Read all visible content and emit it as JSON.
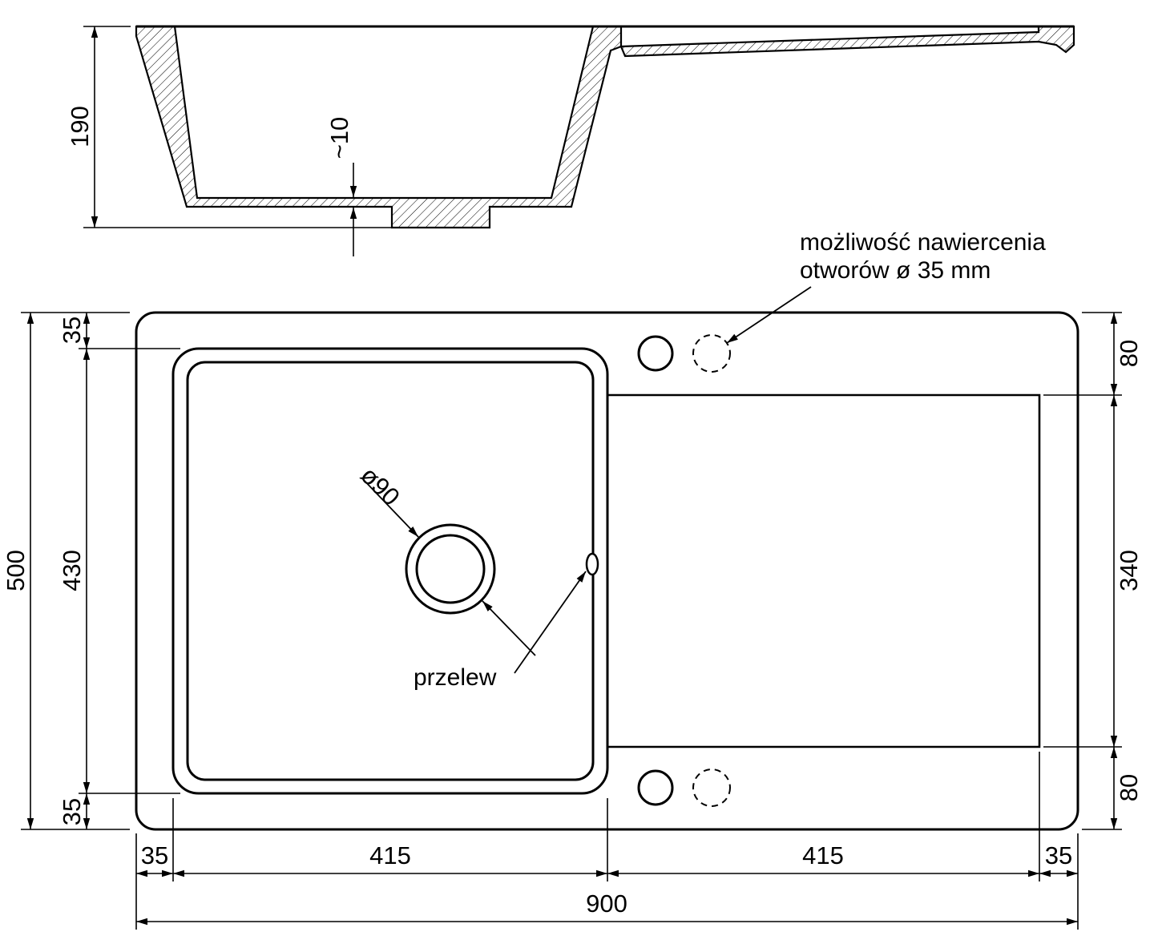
{
  "drawing": {
    "subject": "kitchen-sink-technical-drawing",
    "line_color": "#000000",
    "background_color": "#ffffff"
  },
  "section": {
    "depth": "190",
    "bottom_thickness": "~10"
  },
  "plan": {
    "drill_note_line1": "możliwość nawiercenia",
    "drill_note_line2": "otworów ø 35 mm",
    "drain_diameter": "ø90",
    "overflow": "przelew"
  },
  "dims": {
    "overall_width": "900",
    "overall_height": "500",
    "margin_top": "35",
    "bowl_height": "430",
    "margin_bottom": "35",
    "tap_ledge_top": "80",
    "drainer_height": "340",
    "tap_ledge_bottom": "80",
    "margin_left": "35",
    "bowl_width": "415",
    "drainer_width": "415",
    "margin_right": "35"
  }
}
